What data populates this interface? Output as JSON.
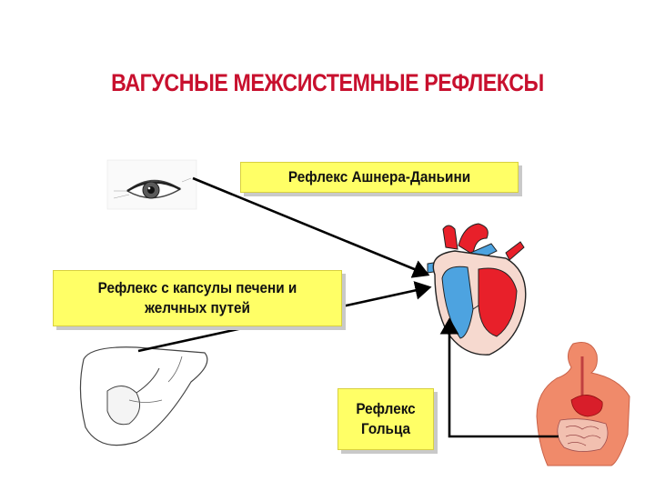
{
  "title": "ВАГУСНЫЕ  МЕЖСИСТЕМНЫЕ  РЕФЛЕКСЫ",
  "reflexes": {
    "ashner": "Рефлекс  Ашнера-Даньини",
    "liver_line1": "Рефлекс с капсулы печени и",
    "liver_line2": "желчных  путей",
    "golts_line1": "Рефлекс",
    "golts_line2": "Гольца"
  },
  "colors": {
    "title": "#c8102e",
    "box_fill": "#ffff66",
    "heart_red": "#e8202a",
    "heart_blue": "#4da3e0",
    "torso": "#f08a6a",
    "arrow": "#000000"
  },
  "icons": [
    "eye-illustration",
    "heart-illustration",
    "liver-illustration",
    "torso-digestive-illustration"
  ]
}
